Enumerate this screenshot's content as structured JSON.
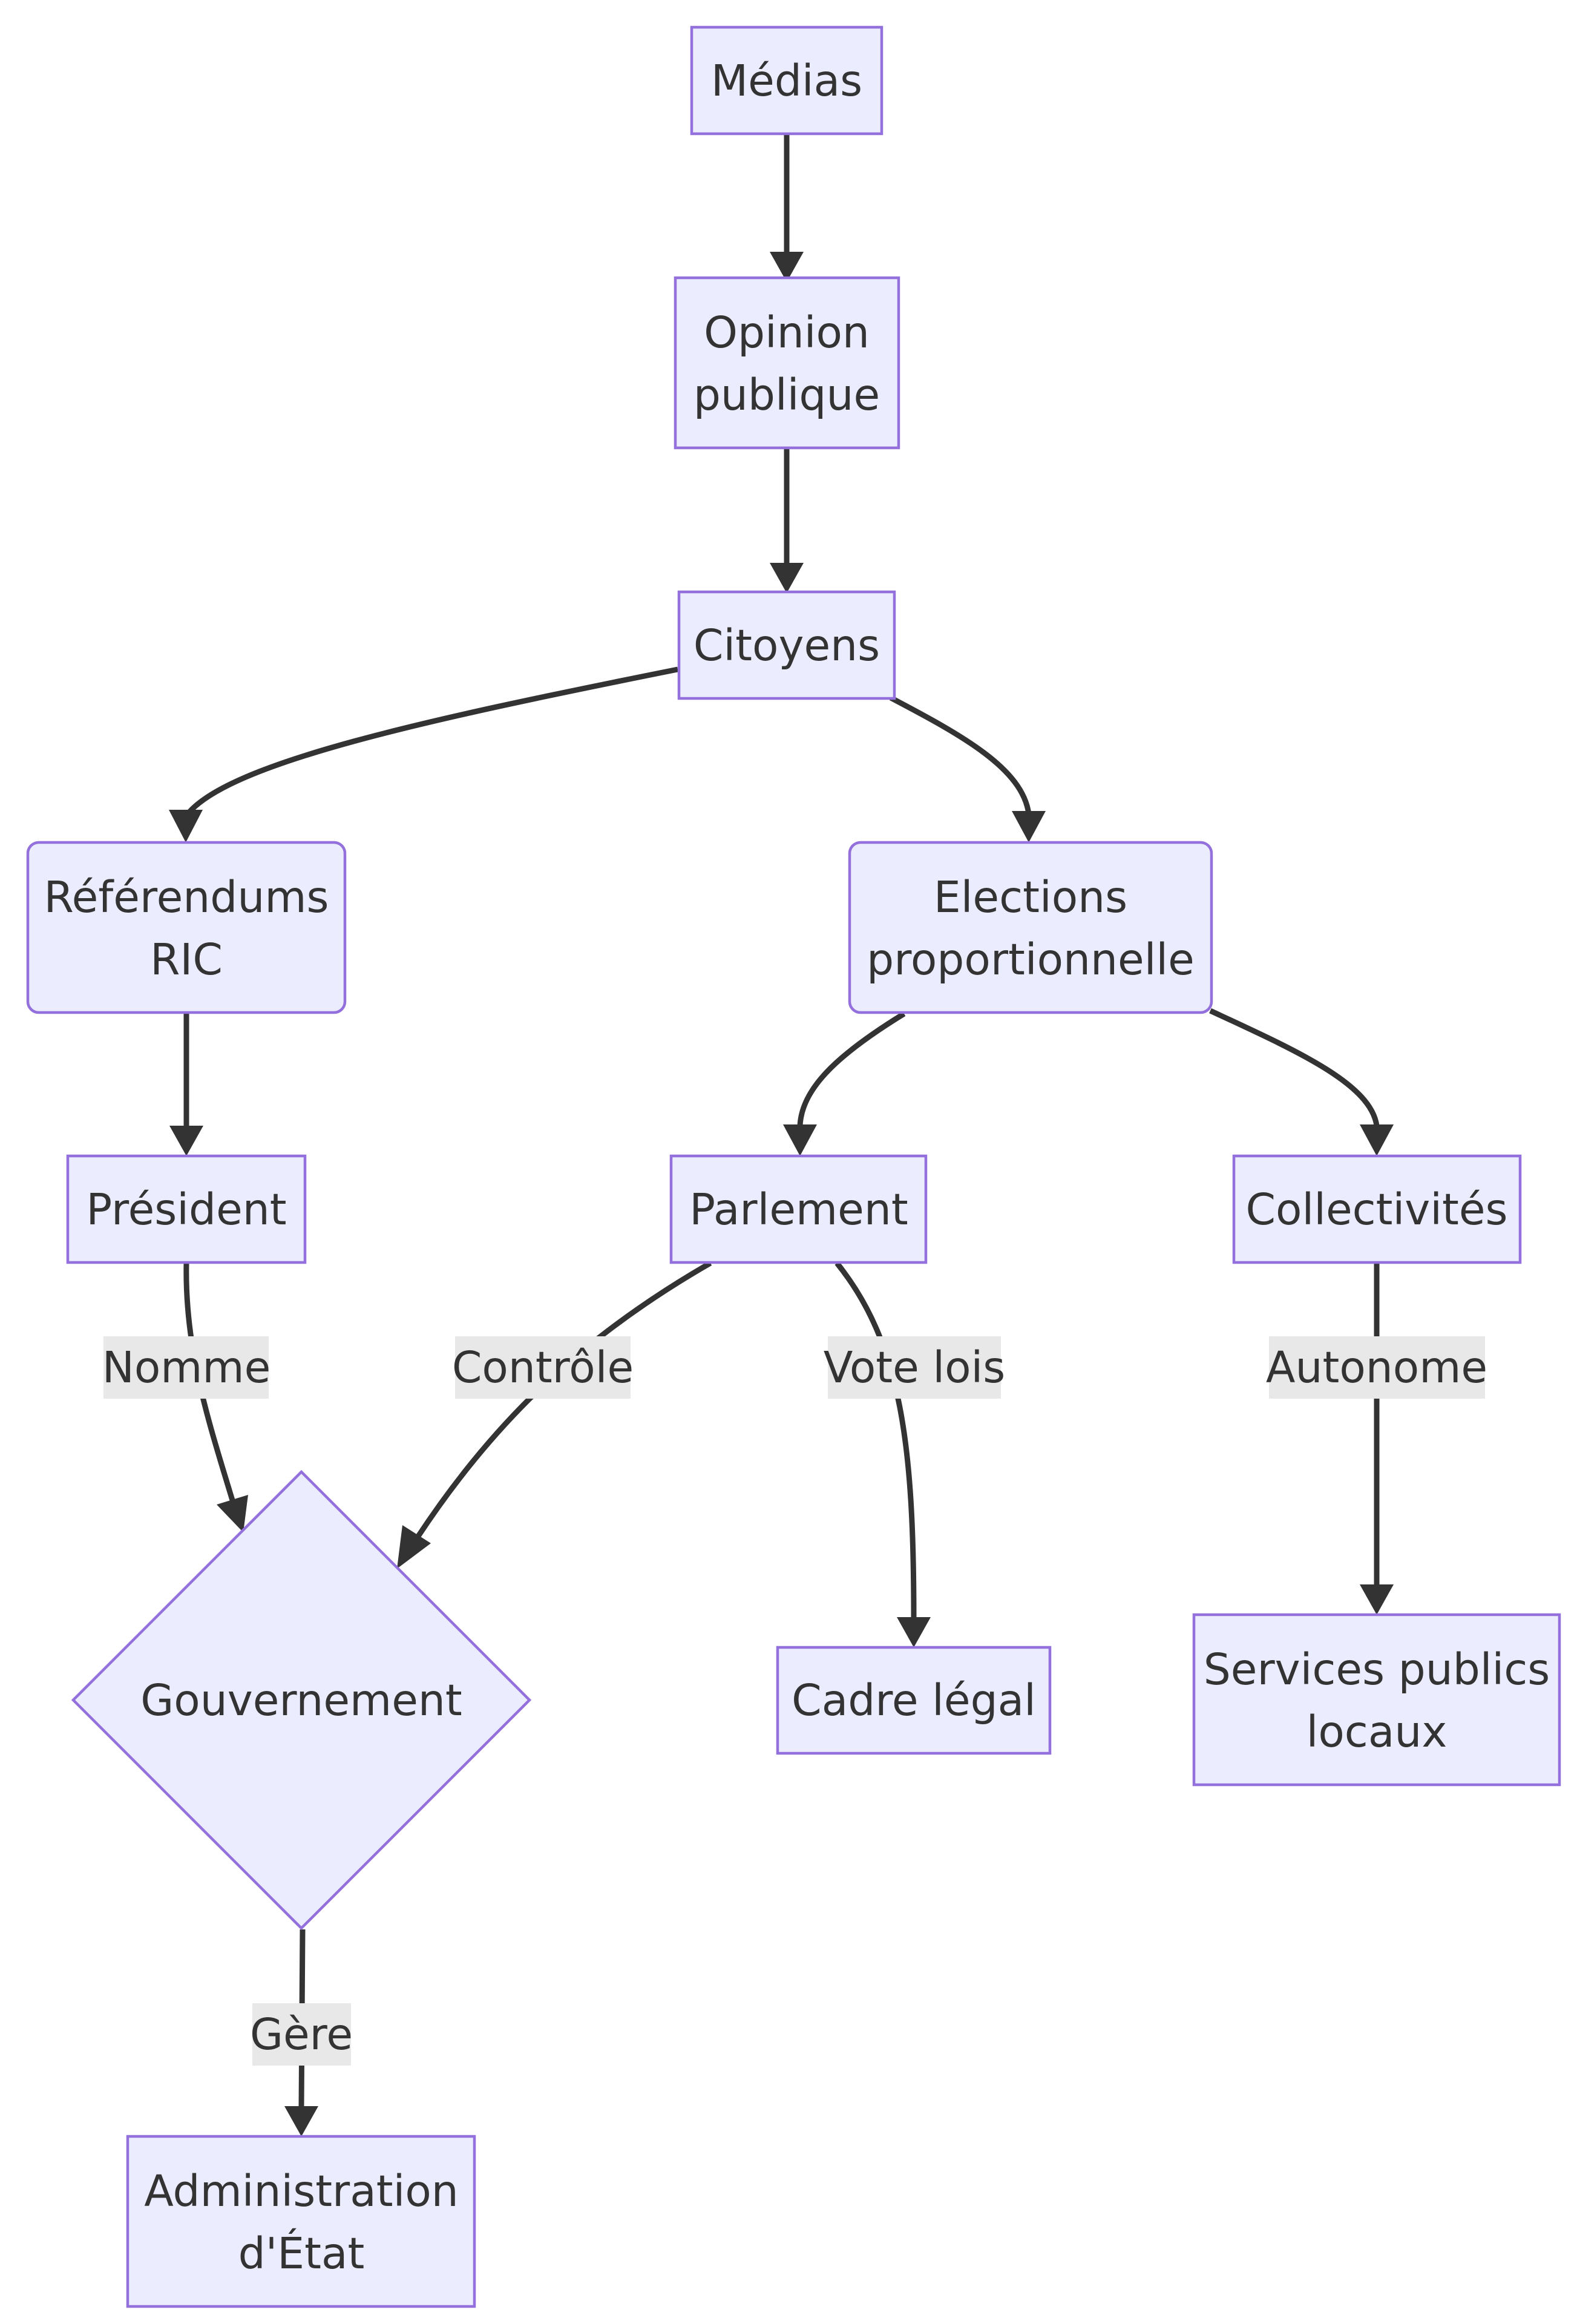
{
  "nodes": {
    "medias": "Médias",
    "opinion_line1": "Opinion",
    "opinion_line2": "publique",
    "citoyens": "Citoyens",
    "referendums_line1": "Référendums",
    "referendums_line2": "RIC",
    "elections_line1": "Elections",
    "elections_line2": "proportionnelle",
    "president": "Président",
    "parlement": "Parlement",
    "collectivites": "Collectivités",
    "gouvernement": "Gouvernement",
    "cadre_legal": "Cadre légal",
    "services_line1": "Services publics",
    "services_line2": "locaux",
    "administration_line1": "Administration",
    "administration_line2": "d'État"
  },
  "edge_labels": {
    "nomme": "Nomme",
    "controle": "Contrôle",
    "vote_lois": "Vote lois",
    "autonome": "Autonome",
    "gere": "Gère"
  },
  "colors": {
    "node_fill": "#ECECFF",
    "node_stroke": "#9370DB",
    "edge": "#333333",
    "edge_label_bg": "#E8E8E8",
    "text": "#333333"
  }
}
